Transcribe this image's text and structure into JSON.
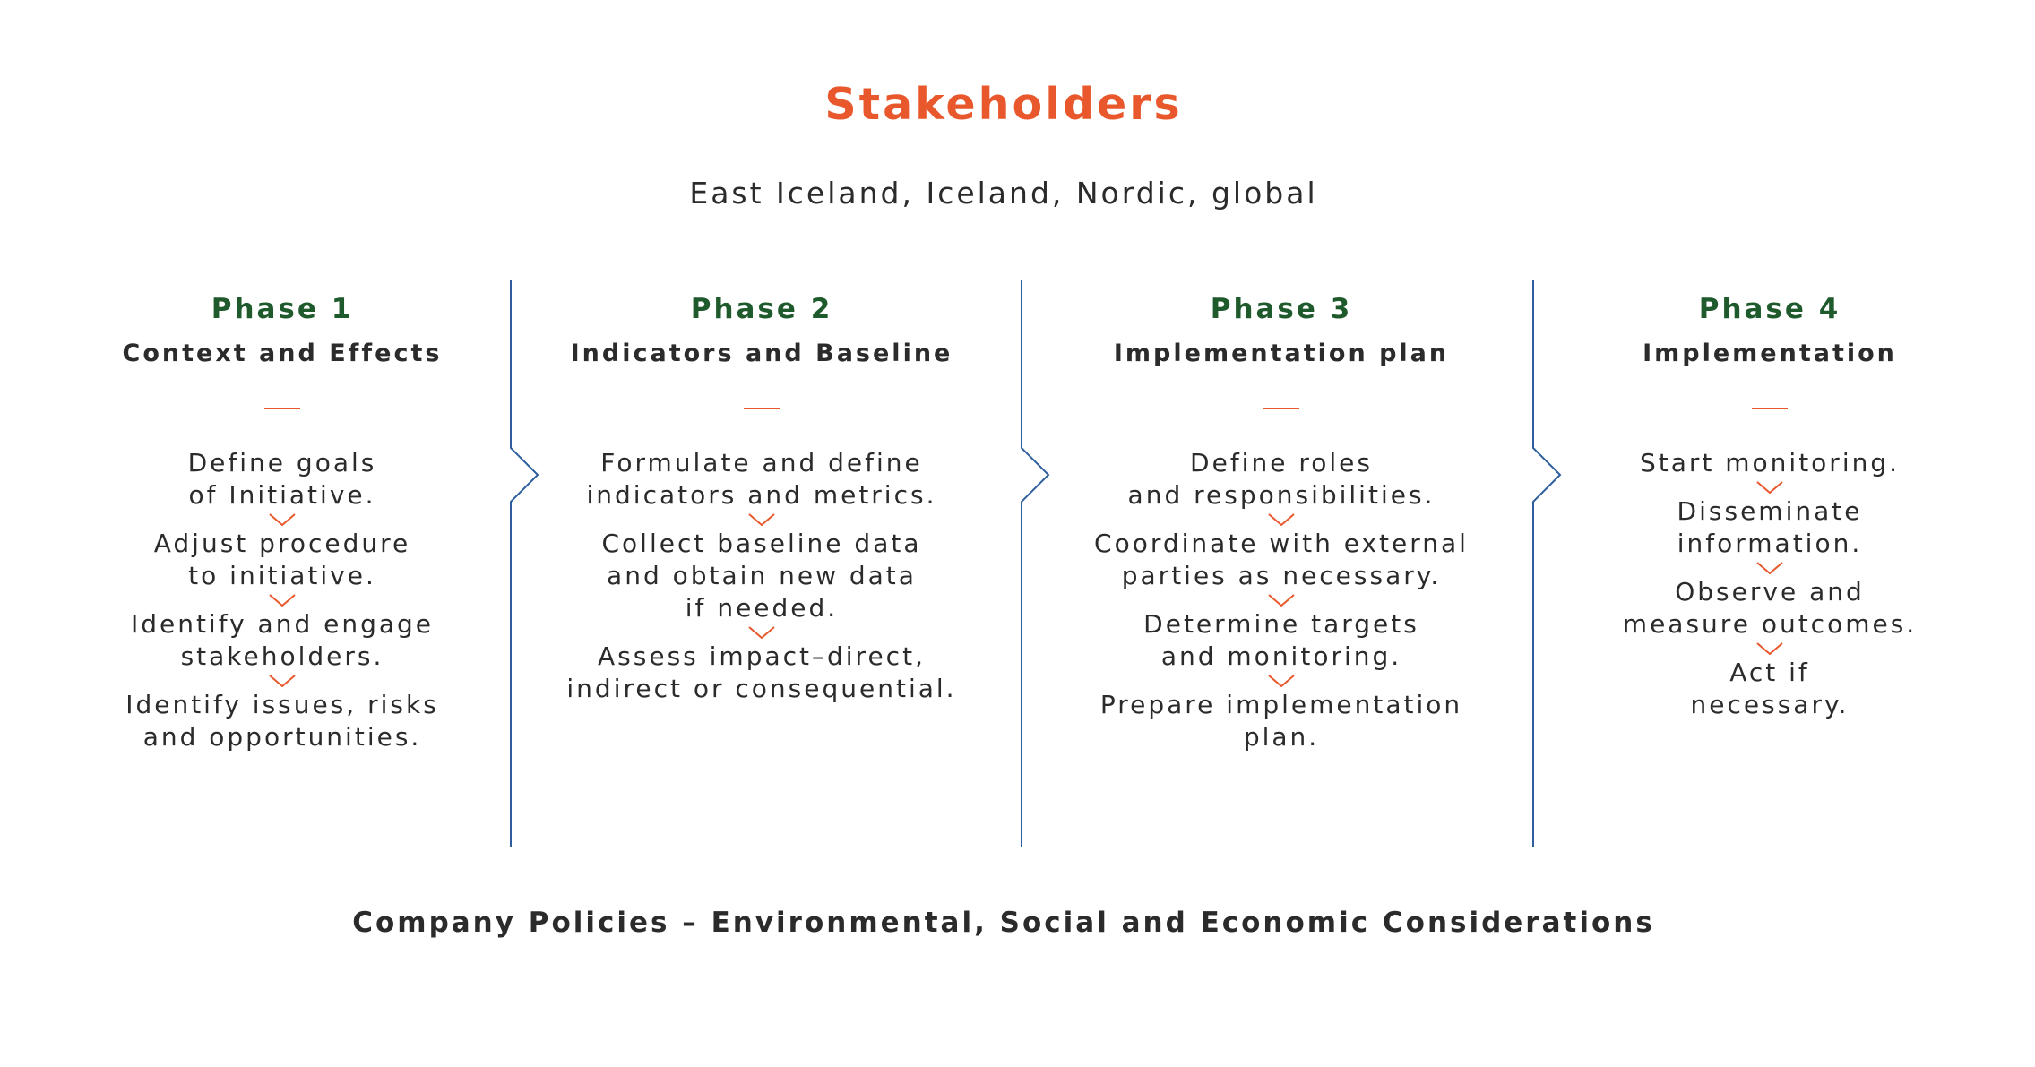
{
  "header": {
    "title": "Stakeholders",
    "subtitle": "East Iceland, Iceland, Nordic, global"
  },
  "phases": [
    {
      "number": "Phase 1",
      "name": "Context and Effects",
      "steps": [
        "Define goals\nof Initiative.",
        "Adjust procedure\nto initiative.",
        "Identify and engage\nstakeholders.",
        "Identify issues, risks\nand opportunities."
      ]
    },
    {
      "number": "Phase 2",
      "name": "Indicators and Baseline",
      "steps": [
        "Formulate and define\nindicators and metrics.",
        "Collect baseline data\nand obtain new data\nif needed.",
        "Assess impact–direct,\nindirect or consequential."
      ]
    },
    {
      "number": "Phase 3",
      "name": "Implementation plan",
      "steps": [
        "Define roles\nand responsibilities.",
        "Coordinate with external\nparties as necessary.",
        "Determine targets\nand monitoring.",
        "Prepare implementation\nplan."
      ]
    },
    {
      "number": "Phase 4",
      "name": "Implementation",
      "steps": [
        "Start monitoring.",
        "Disseminate\ninformation.",
        "Observe and\nmeasure outcomes.",
        "Act if\nnecessary."
      ]
    }
  ],
  "footer": {
    "text": "Company Policies – Environmental, Social and Economic Considerations"
  },
  "colors": {
    "accent_orange": "#e8582c",
    "phase_green": "#1f5a2c",
    "divider_blue": "#2e5e9e",
    "text_dark": "#2b2b2b"
  },
  "icons": {
    "step_arrow": "chevron-down-icon",
    "phase_separator": "chevron-right-divider"
  }
}
